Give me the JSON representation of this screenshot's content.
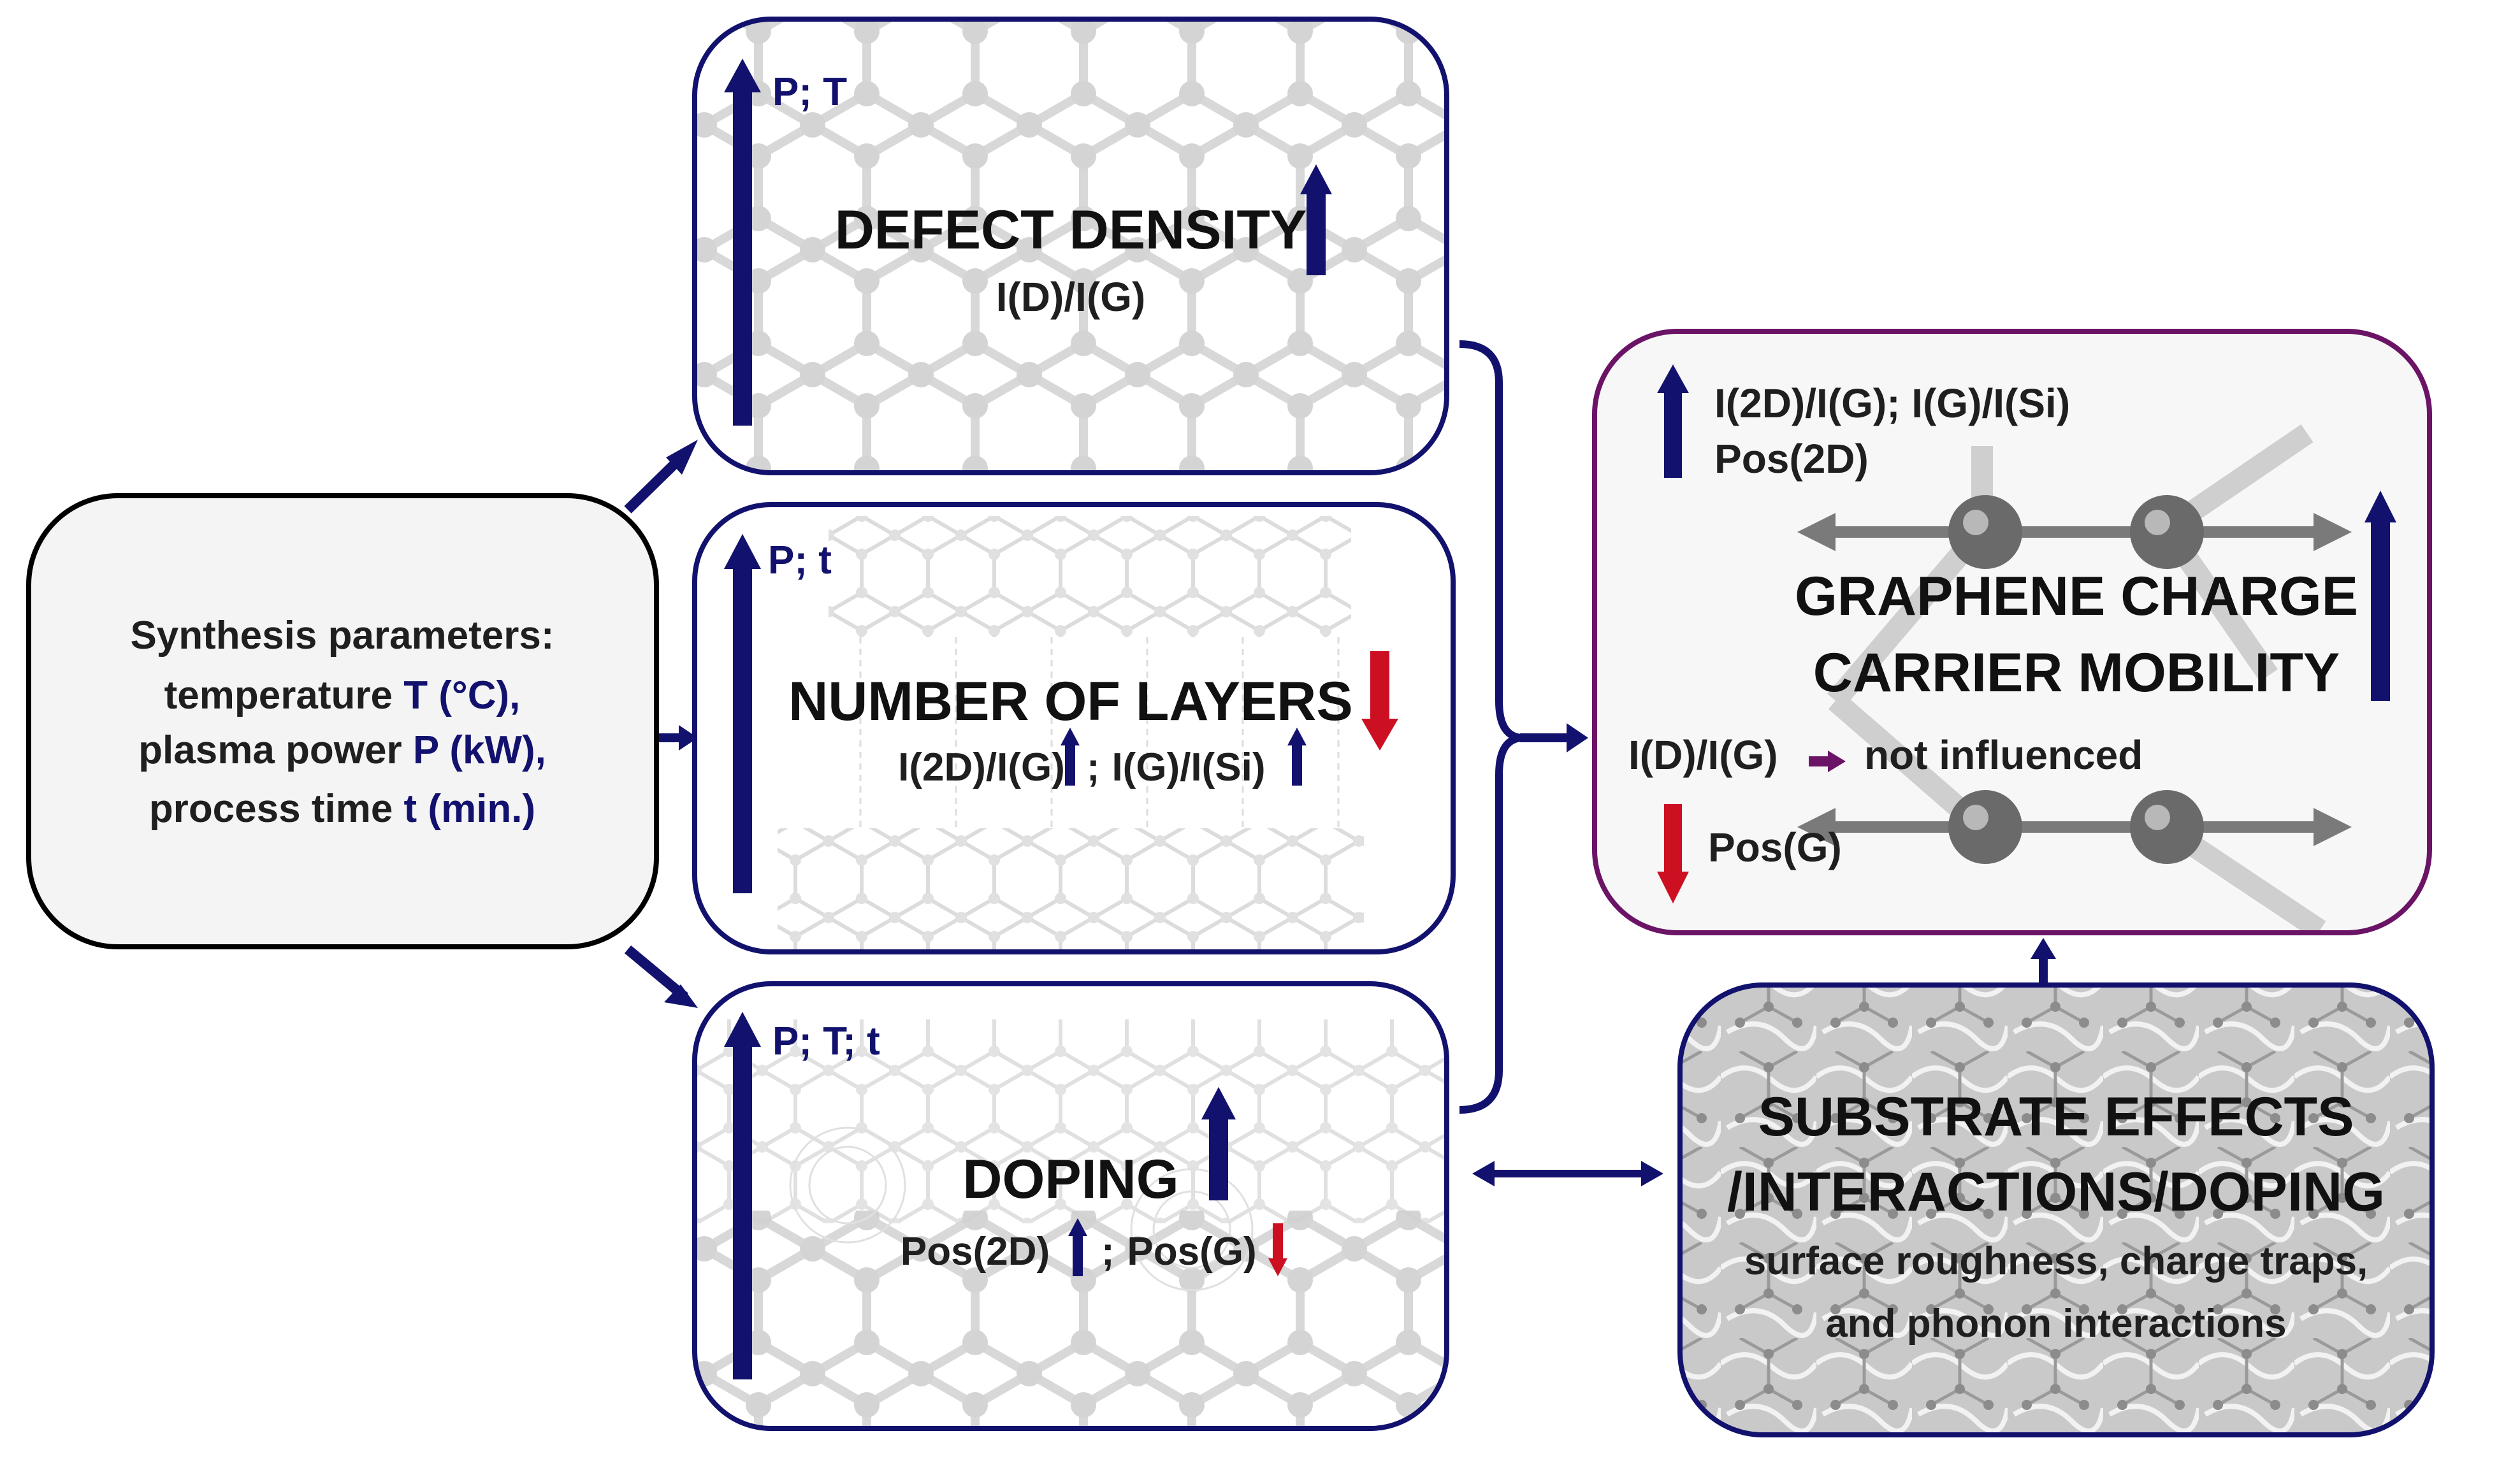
{
  "colors": {
    "navy": "#12126e",
    "red": "#cc1022",
    "purple": "#6b1466",
    "text": "#1f1f1f",
    "accent_value": "#2a2a8a"
  },
  "synthesis": {
    "line1": "Synthesis parameters:",
    "line2_prefix": "temperature ",
    "line2_value": "T (°C),",
    "line3_prefix": "plasma power ",
    "line3_value": "P (kW),",
    "line4_prefix": "process time ",
    "line4_value": "t (min.)"
  },
  "defect": {
    "params": "P; T",
    "title": "DEFECT DENSITY",
    "metric": "I(D)/I(G)"
  },
  "layers": {
    "params": "P; t",
    "title": "NUMBER OF LAYERS",
    "metric_a": "I(2D)/I(G)",
    "metric_sep": ";",
    "metric_b": "I(G)/I(Si)"
  },
  "doping": {
    "params": "P; T; t",
    "title": "DOPING",
    "metric_a": "Pos(2D)",
    "metric_sep": ";",
    "metric_b": "Pos(G)"
  },
  "mobility": {
    "top_line1": "I(2D)/I(G); I(G)/I(Si)",
    "top_line2": "Pos(2D)",
    "title_line1": "GRAPHENE CHARGE",
    "title_line2": "CARRIER MOBILITY",
    "mid_left": "I(D)/I(G)",
    "mid_right": "not influenced",
    "bottom": "Pos(G)"
  },
  "substrate": {
    "title_line1": "SUBSTRATE EFFECTS",
    "title_line2": "/INTERACTIONS/DOPING",
    "detail_line1": "surface roughness, charge traps,",
    "detail_line2": "and phonon interactions"
  }
}
